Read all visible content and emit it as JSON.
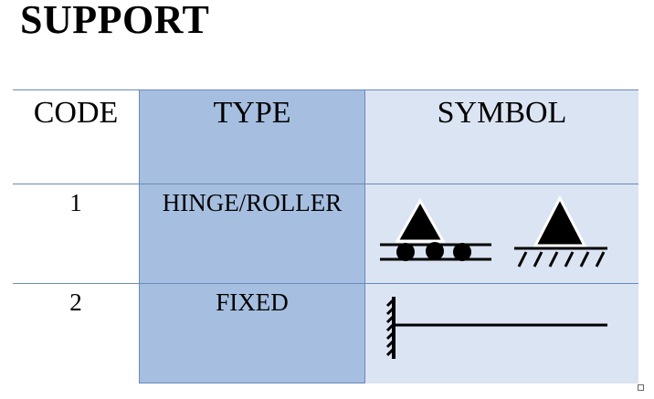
{
  "title": "SUPPORT",
  "table": {
    "headers": {
      "code": "CODE",
      "type": "TYPE",
      "symbol": "SYMBOL"
    },
    "rows": [
      {
        "code": "1",
        "type": "HINGE/ROLLER",
        "symbol_icons": [
          "roller-support-icon",
          "hinge-support-icon"
        ]
      },
      {
        "code": "2",
        "type": "FIXED",
        "symbol_icons": [
          "fixed-support-icon"
        ]
      }
    ]
  },
  "colors": {
    "type_column": "#a6bfe0",
    "symbol_column": "#dbe4f2",
    "border": "#6a8ab8"
  }
}
